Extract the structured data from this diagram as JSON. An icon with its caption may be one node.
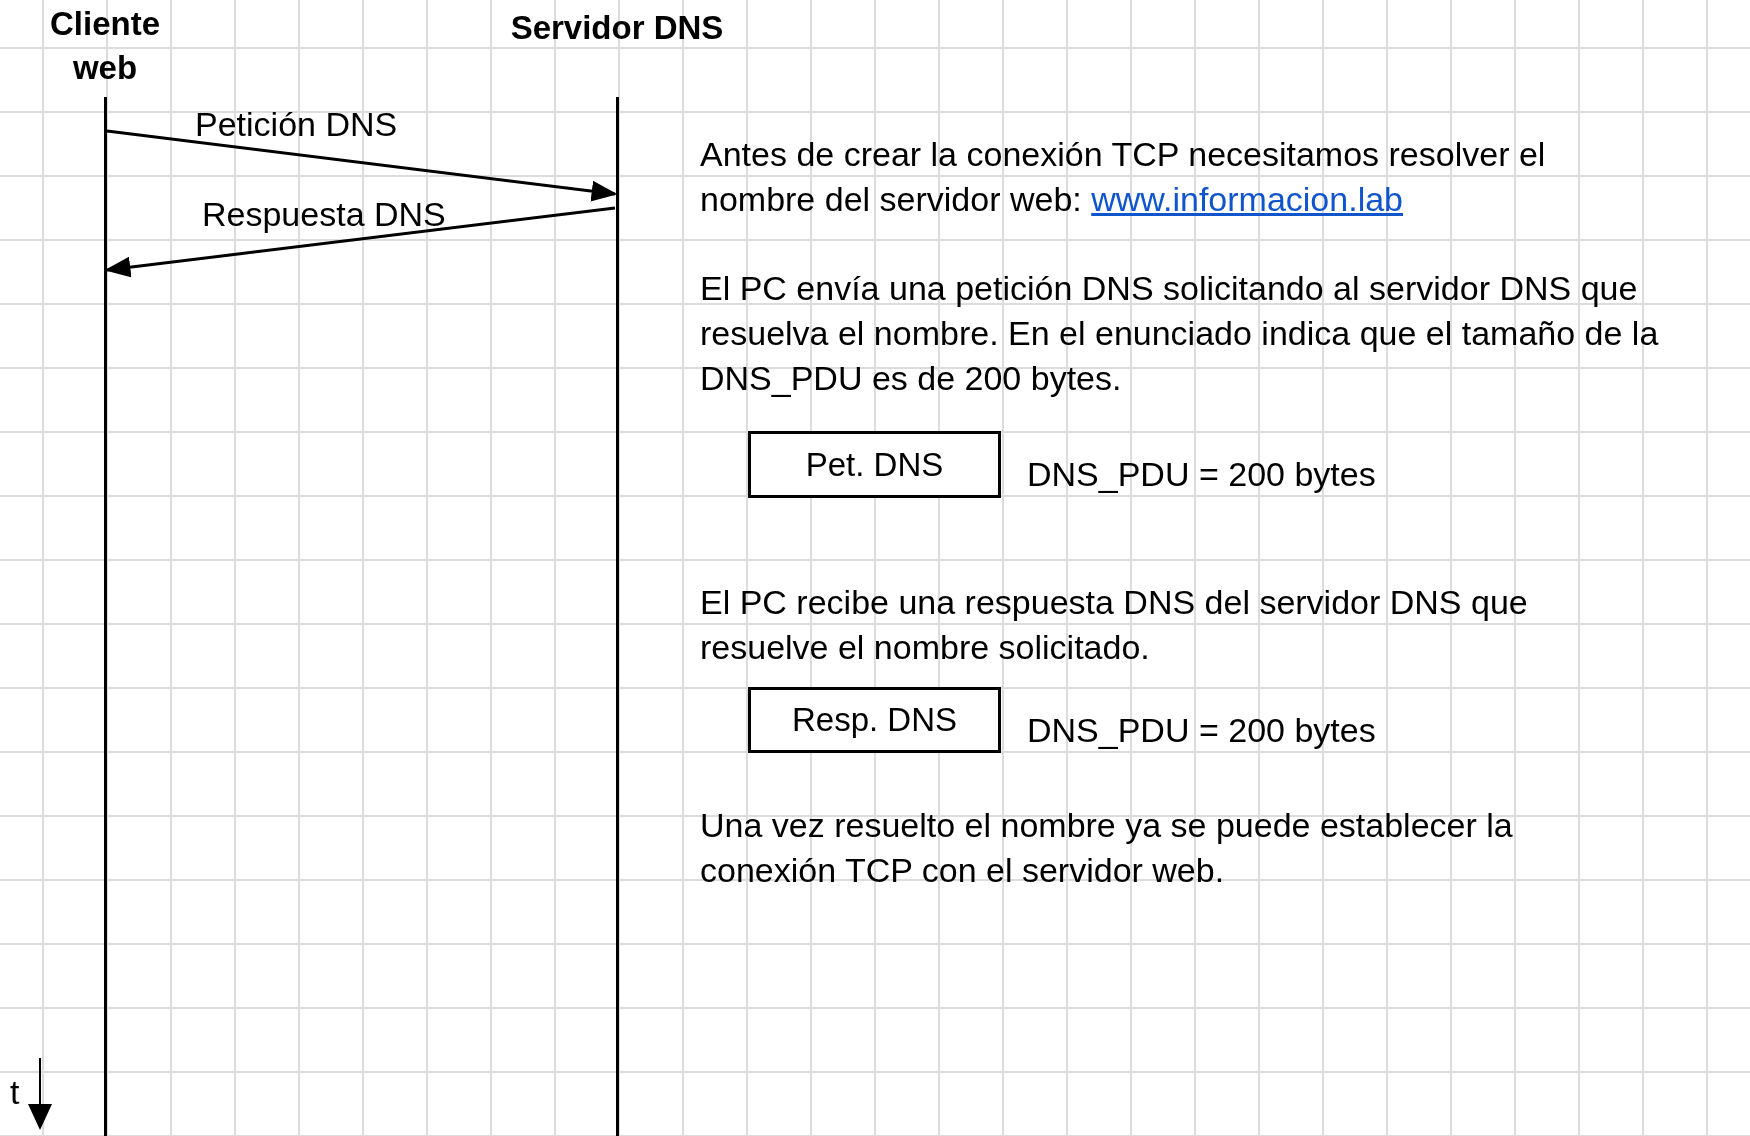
{
  "diagram": {
    "nodes": [
      {
        "text": [
          "Cliente web"
        ]
      },
      {
        "text": [
          "Servidor DNS"
        ]
      },
      {
        "text": [
          "Pet. DNS"
        ],
        "beside": [
          "DNS_PDU = 200 bytes"
        ]
      },
      {
        "text": [
          "Resp. DNS"
        ],
        "beside": [
          "DNS_PDU = 200 bytes"
        ]
      }
    ],
    "edges": [
      {
        "from": 0,
        "to": 1,
        "arrow": "to",
        "label": "Petición DNS"
      },
      {
        "from": 1,
        "to": 0,
        "arrow": "to",
        "label": "Respuesta DNS"
      }
    ],
    "labels": [
      "Antes de crear la conexión TCP necesitamos resolver el nombre del servidor web:",
      "www.informacion.lab",
      "El PC envía una petición DNS solicitando al servidor DNS que resuelva el nombre. En el enunciado indica que el tamaño de la DNS_PDU es de 200 bytes.",
      "El PC recibe una respuesta DNS del servidor DNS que resuelve el nombre solicitado.",
      "Una vez resuelto el nombre ya se puede establecer la conexión TCP con el servidor web.",
      "t"
    ]
  }
}
